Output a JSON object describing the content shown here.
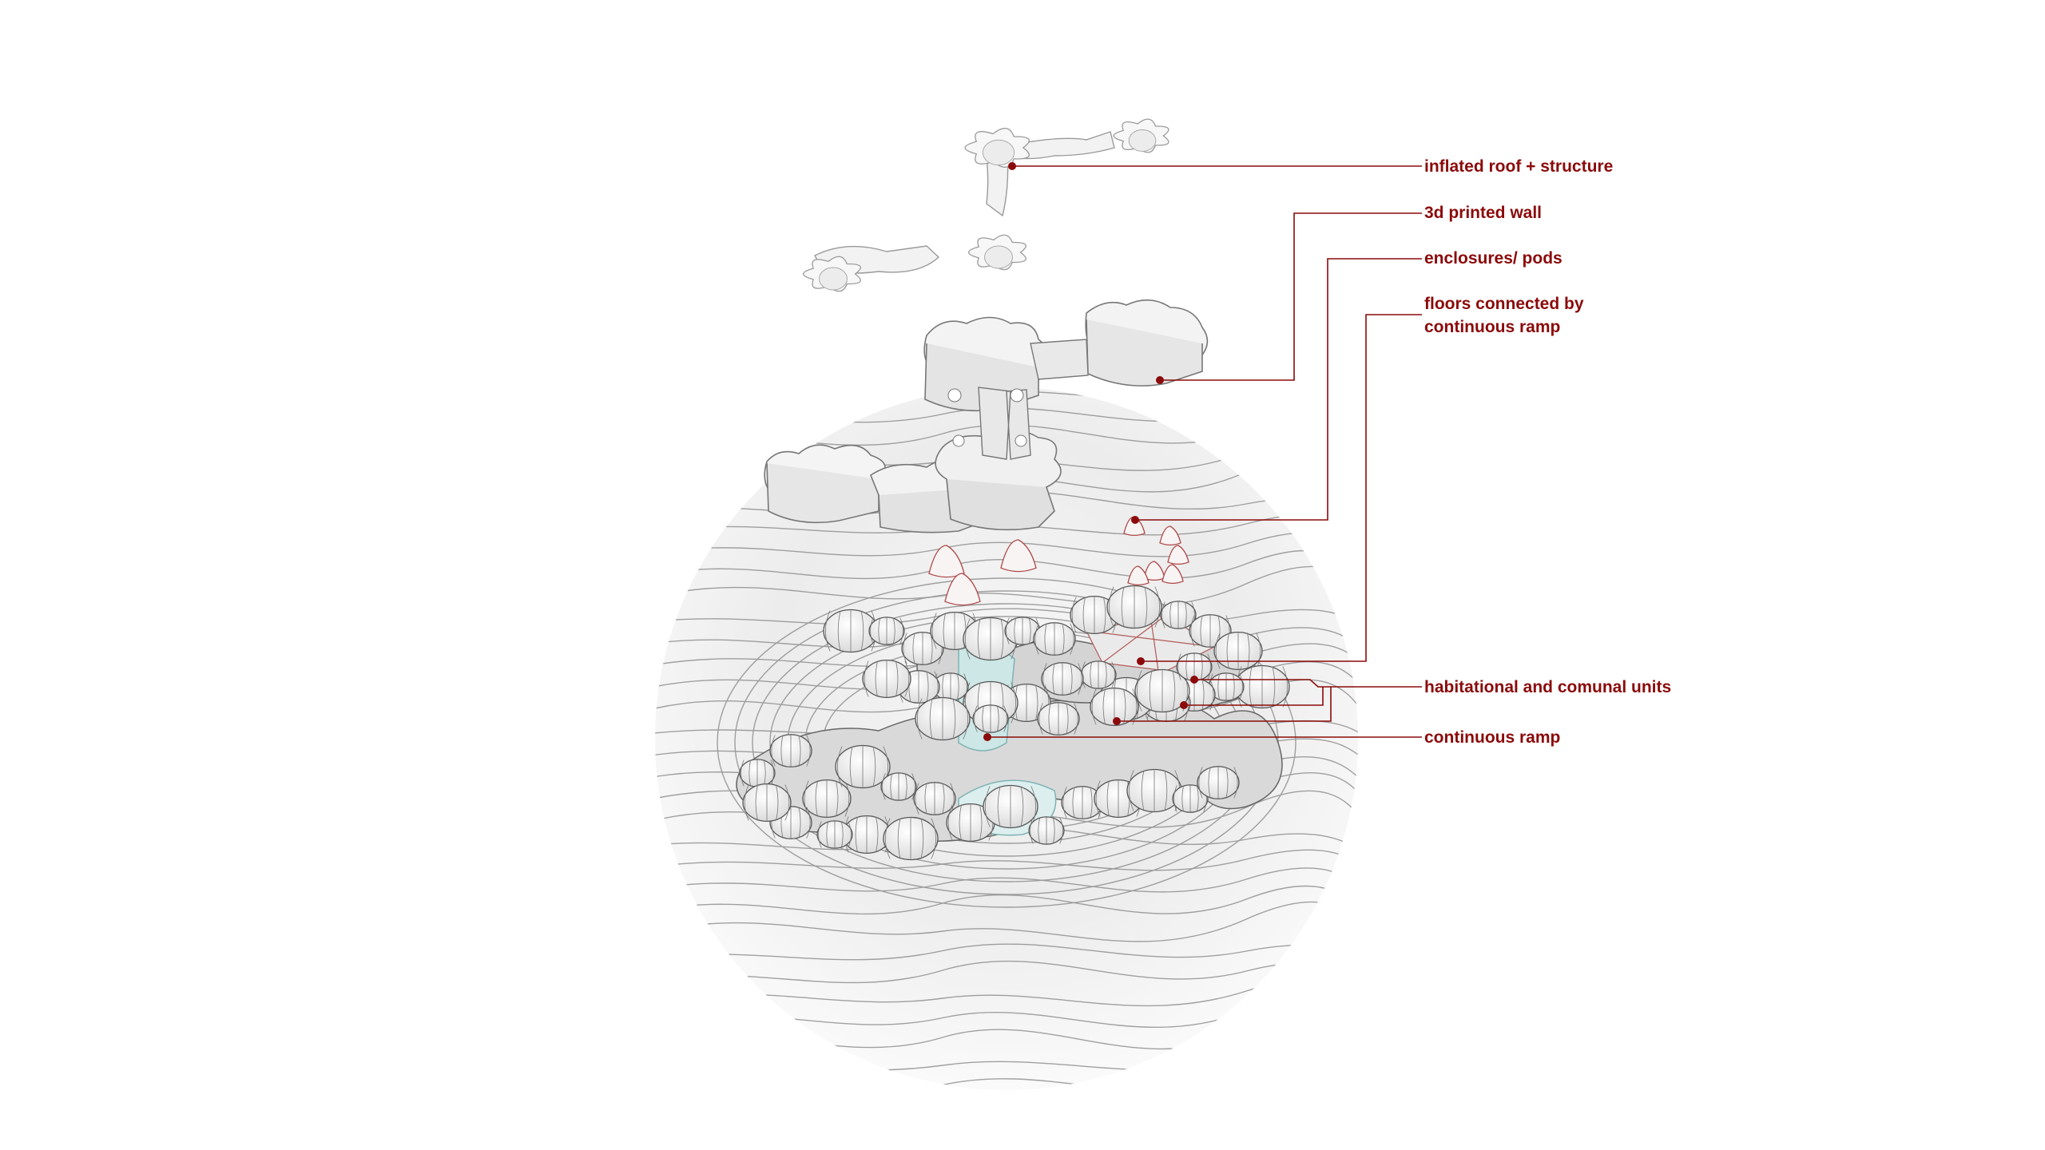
{
  "colors": {
    "accent": "#8b0a0a",
    "line": "#555555",
    "background": "#ffffff"
  },
  "labels": {
    "roof": "inflated roof + structure",
    "wall": "3d printed wall",
    "pods": "enclosures/ pods",
    "floors_line1": "floors connected by",
    "floors_line2": "continuous ramp",
    "units": "habitational and comunal units",
    "ramp": "continuous ramp"
  }
}
